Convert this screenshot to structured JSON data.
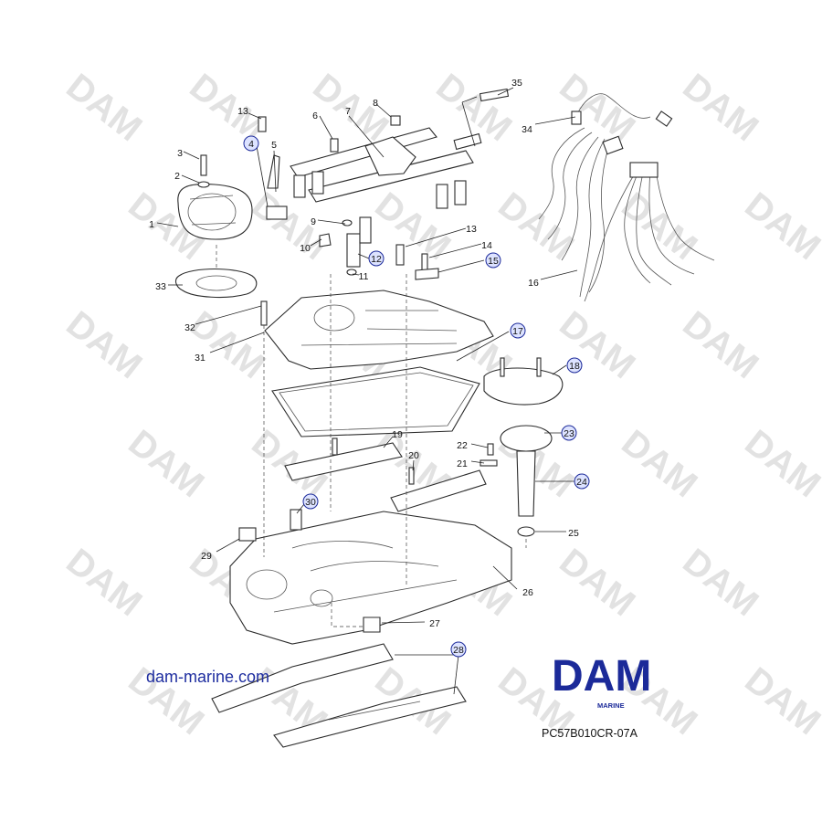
{
  "watermark": {
    "text": "DAM"
  },
  "callouts": [
    {
      "id": "c1",
      "label": "1",
      "highlighted": false
    },
    {
      "id": "c2",
      "label": "2",
      "highlighted": false
    },
    {
      "id": "c3",
      "label": "3",
      "highlighted": false
    },
    {
      "id": "c4",
      "label": "4",
      "highlighted": true
    },
    {
      "id": "c5",
      "label": "5",
      "highlighted": false
    },
    {
      "id": "c6",
      "label": "6",
      "highlighted": false
    },
    {
      "id": "c7",
      "label": "7",
      "highlighted": false
    },
    {
      "id": "c8",
      "label": "8",
      "highlighted": false
    },
    {
      "id": "c9",
      "label": "9",
      "highlighted": false
    },
    {
      "id": "c10",
      "label": "10",
      "highlighted": false
    },
    {
      "id": "c11",
      "label": "11",
      "highlighted": false
    },
    {
      "id": "c12",
      "label": "12",
      "highlighted": true
    },
    {
      "id": "c13a",
      "label": "13",
      "highlighted": false
    },
    {
      "id": "c13b",
      "label": "13",
      "highlighted": false
    },
    {
      "id": "c14",
      "label": "14",
      "highlighted": false
    },
    {
      "id": "c15",
      "label": "15",
      "highlighted": true
    },
    {
      "id": "c16",
      "label": "16",
      "highlighted": false
    },
    {
      "id": "c17",
      "label": "17",
      "highlighted": true
    },
    {
      "id": "c18",
      "label": "18",
      "highlighted": true
    },
    {
      "id": "c19",
      "label": "19",
      "highlighted": false
    },
    {
      "id": "c20",
      "label": "20",
      "highlighted": false
    },
    {
      "id": "c21",
      "label": "21",
      "highlighted": false
    },
    {
      "id": "c22",
      "label": "22",
      "highlighted": false
    },
    {
      "id": "c23",
      "label": "23",
      "highlighted": true
    },
    {
      "id": "c24",
      "label": "24",
      "highlighted": true
    },
    {
      "id": "c25",
      "label": "25",
      "highlighted": false
    },
    {
      "id": "c26",
      "label": "26",
      "highlighted": false
    },
    {
      "id": "c27",
      "label": "27",
      "highlighted": false
    },
    {
      "id": "c28",
      "label": "28",
      "highlighted": true
    },
    {
      "id": "c29",
      "label": "29",
      "highlighted": false
    },
    {
      "id": "c30",
      "label": "30",
      "highlighted": true
    },
    {
      "id": "c31",
      "label": "31",
      "highlighted": false
    },
    {
      "id": "c32",
      "label": "32",
      "highlighted": false
    },
    {
      "id": "c33",
      "label": "33",
      "highlighted": false
    },
    {
      "id": "c34",
      "label": "34",
      "highlighted": false
    },
    {
      "id": "c35",
      "label": "35",
      "highlighted": false
    }
  ],
  "website": "dam-marine.com",
  "logo": {
    "main": "DAM",
    "sub": "MARINE",
    "color": "#1b2a99"
  },
  "drawing_code": "PC57B010CR-07A",
  "colors": {
    "callout_highlight_fill": "#dde3ff",
    "callout_highlight_stroke": "#1c2a9a",
    "watermark": "#e2e2e2"
  }
}
